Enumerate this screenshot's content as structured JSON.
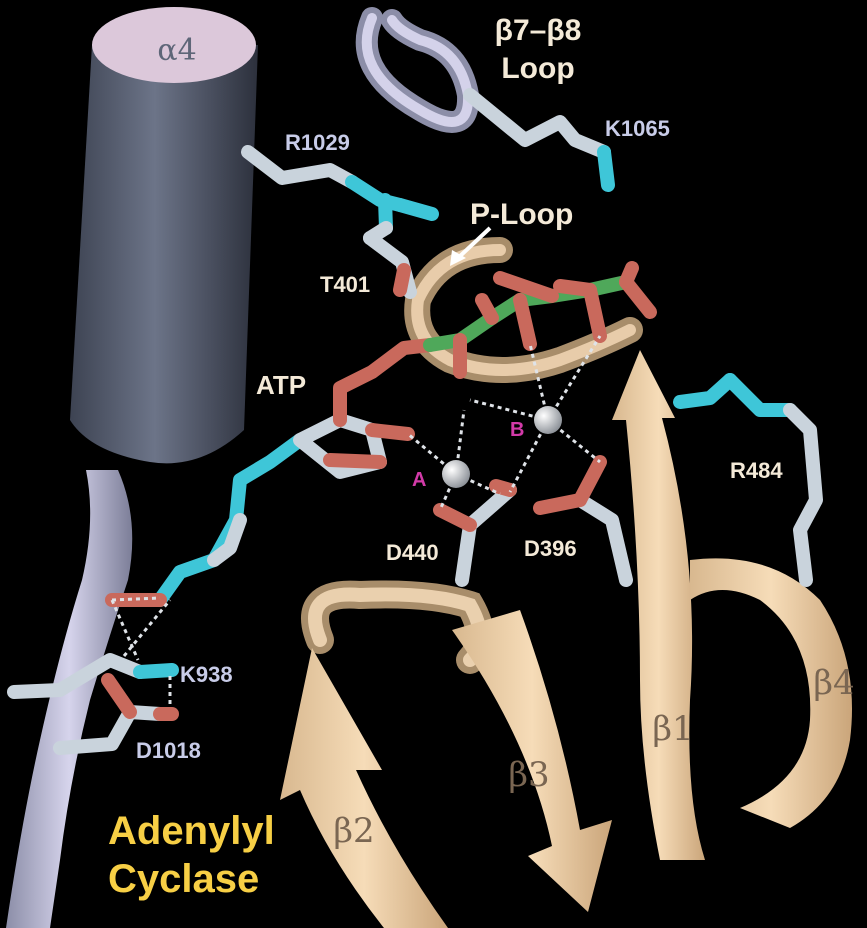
{
  "title": {
    "line1": "Adenylyl",
    "line2": "Cyclase",
    "color": "#f7cf45"
  },
  "structure_labels": {
    "alpha4": "α4",
    "beta7_beta8_line1": "β7–β8",
    "beta7_beta8_line2": "Loop",
    "p_loop": "P-Loop",
    "atp": "ATP",
    "beta1": "β1",
    "beta2": "β2",
    "beta3": "β3",
    "beta4": "β4"
  },
  "residues": {
    "R1029": "R1029",
    "K1065": "K1065",
    "T401": "T401",
    "R484": "R484",
    "D440": "D440",
    "D396": "D396",
    "K938": "K938",
    "D1018": "D1018"
  },
  "metal_sites": {
    "A": "A",
    "B": "B",
    "color": "#d23aa8"
  },
  "colors": {
    "background": "#000000",
    "helix": "#5e6678",
    "helix_top": "#dcc8da",
    "strand": "#f2d4ad",
    "carbon": "#c9d3dc",
    "nitrogen": "#3ec6d8",
    "oxygen": "#c9695c",
    "phosphorus": "#4fa85a",
    "residue_label": "#c8cce8",
    "structure_label": "#f4ead8"
  }
}
